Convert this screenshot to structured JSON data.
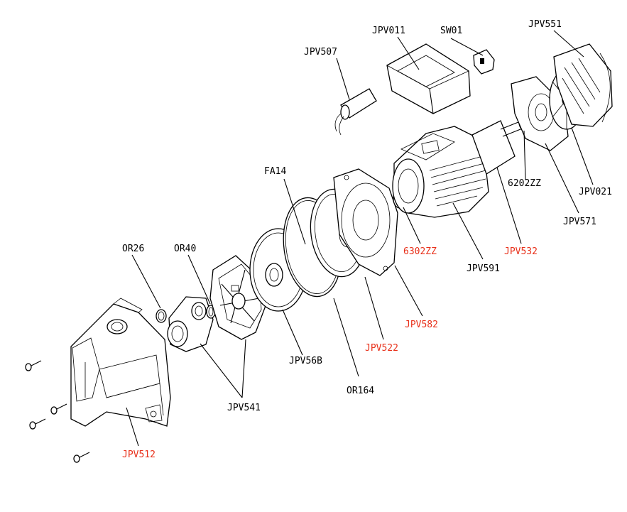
{
  "colors": {
    "ink": "#000000",
    "highlight": "#e8301a",
    "background": "#ffffff"
  },
  "labels": {
    "jpv507": {
      "text": "JPV507",
      "highlighted": false
    },
    "jpv011": {
      "text": "JPV011",
      "highlighted": false
    },
    "sw01": {
      "text": "SW01",
      "highlighted": false
    },
    "jpv551": {
      "text": "JPV551",
      "highlighted": false
    },
    "fa14": {
      "text": "FA14",
      "highlighted": false
    },
    "or26": {
      "text": "OR26",
      "highlighted": false
    },
    "or40": {
      "text": "OR40",
      "highlighted": false
    },
    "jpv56b": {
      "text": "JPV56B",
      "highlighted": false
    },
    "or164": {
      "text": "OR164",
      "highlighted": false
    },
    "jpv541": {
      "text": "JPV541",
      "highlighted": false
    },
    "jpv512": {
      "text": "JPV512",
      "highlighted": true
    },
    "jpv522": {
      "text": "JPV522",
      "highlighted": true
    },
    "jpv582": {
      "text": "JPV582",
      "highlighted": true
    },
    "b6302zz": {
      "text": "6302ZZ",
      "highlighted": true
    },
    "jpv591": {
      "text": "JPV591",
      "highlighted": false
    },
    "jpv532": {
      "text": "JPV532",
      "highlighted": true
    },
    "b6202zz": {
      "text": "6202ZZ",
      "highlighted": false
    },
    "jpv571": {
      "text": "JPV571",
      "highlighted": false
    },
    "jpv021": {
      "text": "JPV021",
      "highlighted": false
    }
  }
}
